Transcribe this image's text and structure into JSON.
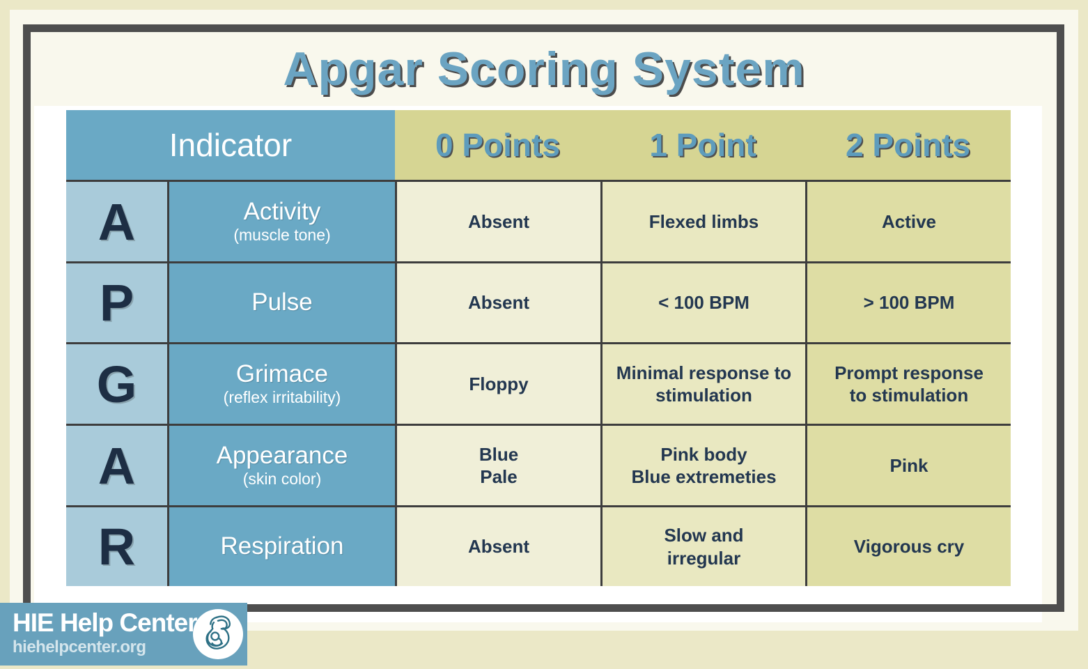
{
  "title": "Apgar Scoring System",
  "colors": {
    "outer_background": "#ebe8c7",
    "inner_background": "#f9f8ed",
    "frame": "#4e4e4e",
    "header_blue": "#6aa9c5",
    "letter_column_blue": "#a9cbda",
    "points_header_khaki": "#d6d593",
    "col0_khaki": "#f0efd8",
    "col1_khaki": "#e9e8c1",
    "col2_khaki": "#dedda4",
    "navy_text": "#233750",
    "title_blue": "#6ba4c2",
    "banner_blue": "#68a1bc"
  },
  "table": {
    "headers": {
      "indicator": "Indicator",
      "points": [
        "0 Points",
        "1 Point",
        "2 Points"
      ]
    },
    "rows": [
      {
        "letter": "A",
        "name": "Activity",
        "sub": "(muscle tone)",
        "points": [
          "Absent",
          "Flexed limbs",
          "Active"
        ]
      },
      {
        "letter": "P",
        "name": "Pulse",
        "sub": "",
        "points": [
          "Absent",
          "< 100 BPM",
          "> 100 BPM"
        ]
      },
      {
        "letter": "G",
        "name": "Grimace",
        "sub": "(reflex irritability)",
        "points": [
          "Floppy",
          "Minimal response to\nstimulation",
          "Prompt response\nto stimulation"
        ]
      },
      {
        "letter": "A",
        "name": "Appearance",
        "sub": "(skin color)",
        "points": [
          "Blue\nPale",
          "Pink body\nBlue extremeties",
          "Pink"
        ]
      },
      {
        "letter": "R",
        "name": "Respiration",
        "sub": "",
        "points": [
          "Absent",
          "Slow and\nirregular",
          "Vigorous cry"
        ]
      }
    ]
  },
  "footer": {
    "brand": "HIE Help Center",
    "site": "hiehelpcenter.org",
    "logo_icon": "mother-and-baby-icon"
  }
}
